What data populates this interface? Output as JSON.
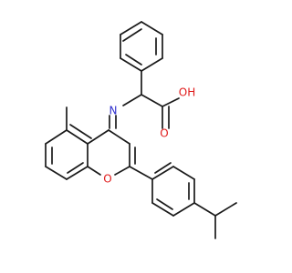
{
  "molecule": {
    "atoms": [
      {
        "text": "N",
        "color": "#2d2dcc"
      },
      {
        "text": "O",
        "color": "#e01a1a"
      },
      {
        "text": "OH",
        "color": "#e01a1a"
      },
      {
        "text": "O",
        "color": "#e01a1a"
      }
    ]
  }
}
